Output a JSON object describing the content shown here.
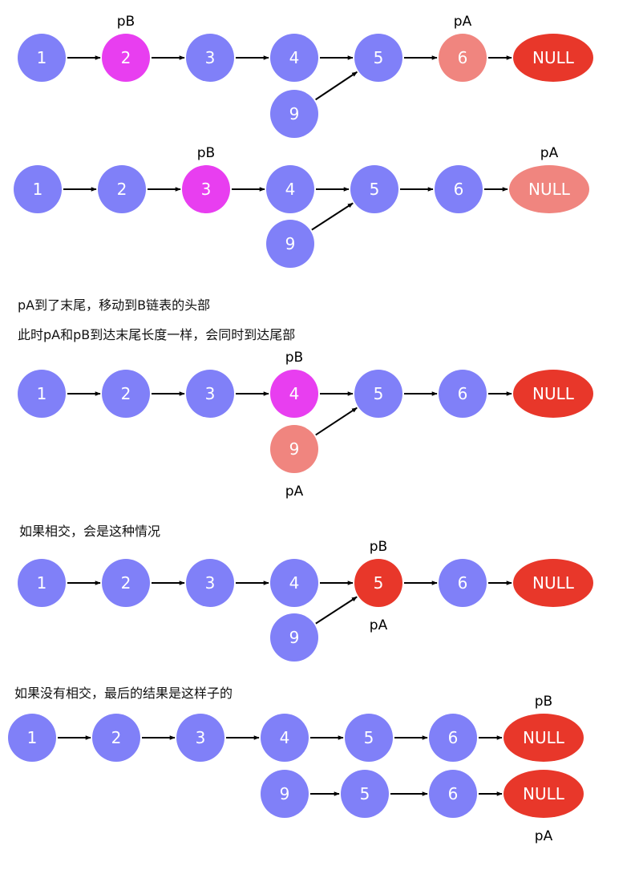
{
  "colors": {
    "node": "#8080f8",
    "pointer_b": "#e83ef0",
    "pointer_a": "#f0857f",
    "null_node": "#e8372a",
    "meet": "#e8372a",
    "arrow": "#000000"
  },
  "captions": {
    "pa_to_end": "pA到了末尾，移动到B链表的头部",
    "same_length": "此时pA和pB到达末尾长度一样，会同时到达尾部",
    "intersect": "如果相交，会是这种情况",
    "no_intersect": "如果没有相交，最后的结果是这样子的"
  },
  "diagrams": [
    {
      "row_a": [
        {
          "label": "1",
          "style": "node"
        },
        {
          "label": "2",
          "style": "pointer_b"
        },
        {
          "label": "3",
          "style": "node"
        },
        {
          "label": "4",
          "style": "node"
        },
        {
          "label": "5",
          "style": "node"
        },
        {
          "label": "6",
          "style": "pointer_a"
        },
        {
          "label": "NULL",
          "style": "null_node"
        }
      ],
      "branch": {
        "label": "9",
        "style": "node"
      },
      "pointer_labels": [
        {
          "text": "pB",
          "at": "row_a.2",
          "side": "above"
        },
        {
          "text": "pA",
          "at": "row_a.6",
          "side": "above"
        }
      ]
    },
    {
      "row_a": [
        {
          "label": "1",
          "style": "node"
        },
        {
          "label": "2",
          "style": "node"
        },
        {
          "label": "3",
          "style": "pointer_b"
        },
        {
          "label": "4",
          "style": "node"
        },
        {
          "label": "5",
          "style": "node"
        },
        {
          "label": "6",
          "style": "node"
        },
        {
          "label": "NULL",
          "style": "pointer_a"
        }
      ],
      "branch": {
        "label": "9",
        "style": "node"
      },
      "pointer_labels": [
        {
          "text": "pB",
          "at": "row_a.3",
          "side": "above"
        },
        {
          "text": "pA",
          "at": "row_a.7",
          "side": "above"
        }
      ]
    },
    {
      "row_a": [
        {
          "label": "1",
          "style": "node"
        },
        {
          "label": "2",
          "style": "node"
        },
        {
          "label": "3",
          "style": "node"
        },
        {
          "label": "4",
          "style": "pointer_b"
        },
        {
          "label": "5",
          "style": "node"
        },
        {
          "label": "6",
          "style": "node"
        },
        {
          "label": "NULL",
          "style": "null_node"
        }
      ],
      "branch": {
        "label": "9",
        "style": "pointer_a"
      },
      "pointer_labels": [
        {
          "text": "pB",
          "at": "row_a.4",
          "side": "above"
        },
        {
          "text": "pA",
          "at": "branch",
          "side": "below"
        }
      ]
    },
    {
      "row_a": [
        {
          "label": "1",
          "style": "node"
        },
        {
          "label": "2",
          "style": "node"
        },
        {
          "label": "3",
          "style": "node"
        },
        {
          "label": "4",
          "style": "node"
        },
        {
          "label": "5",
          "style": "meet"
        },
        {
          "label": "6",
          "style": "node"
        },
        {
          "label": "NULL",
          "style": "null_node"
        }
      ],
      "branch": {
        "label": "9",
        "style": "node"
      },
      "pointer_labels": [
        {
          "text": "pB",
          "at": "row_a.5",
          "side": "above"
        },
        {
          "text": "pA",
          "at": "row_a.5",
          "side": "below"
        }
      ]
    },
    {
      "row_a": [
        {
          "label": "1",
          "style": "node"
        },
        {
          "label": "2",
          "style": "node"
        },
        {
          "label": "3",
          "style": "node"
        },
        {
          "label": "4",
          "style": "node"
        },
        {
          "label": "5",
          "style": "node"
        },
        {
          "label": "6",
          "style": "node"
        },
        {
          "label": "NULL",
          "style": "null_node"
        }
      ],
      "row_b": [
        {
          "label": "9",
          "style": "node"
        },
        {
          "label": "5",
          "style": "node"
        },
        {
          "label": "6",
          "style": "node"
        },
        {
          "label": "NULL",
          "style": "null_node"
        }
      ],
      "pointer_labels": [
        {
          "text": "pB",
          "at": "row_a.7",
          "side": "above"
        },
        {
          "text": "pA",
          "at": "row_b.4",
          "side": "below"
        }
      ]
    }
  ]
}
